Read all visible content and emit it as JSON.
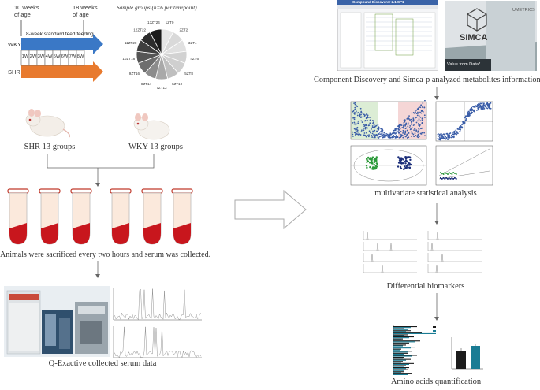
{
  "timeline": {
    "start_age": "10 weeks\nof age",
    "start_age_l1": "10 weeks",
    "start_age_l2": "of age",
    "end_age_l1": "18 weeks",
    "end_age_l2": "of age",
    "feeding": "8-week standard feed feeding",
    "wky": "WKY",
    "shr": "SHR",
    "weeks": [
      "1W",
      "2W",
      "3W",
      "4W",
      "5W",
      "6W",
      "7W",
      "8W"
    ],
    "wky_color": "#3a78c6",
    "shr_color": "#e87a2e"
  },
  "pie": {
    "title": "Sample groups (n=6 per timepoint)",
    "labels": [
      "1ZT0",
      "2ZT2",
      "3ZT4",
      "4ZT6",
      "5ZT8",
      "6ZT10",
      "7ZT12",
      "8ZT14",
      "9ZT16",
      "10ZT18",
      "11ZT20",
      "12ZT22",
      "13ZT24"
    ]
  },
  "animals": {
    "shr": "SHR 13 groups",
    "wky": "WKY 13 groups"
  },
  "tubes_caption": "Animals were sacrificed every two hours and serum was collected.",
  "instrument_caption": "Q-Exactive collected serum data",
  "software": {
    "cd_title": "Compound Discoverer 2.1 SP1",
    "simca_brand": "SIMCA",
    "umetrics": "UMETRICS",
    "simca_tag": "Value from Data*",
    "caption": "Component Discovery and Simca-p analyzed metabolites information"
  },
  "multivariate_caption": "multivariate statistical analysis",
  "differential_caption": "Differential biomarkers",
  "amino_caption": "Amino acids quantification"
}
